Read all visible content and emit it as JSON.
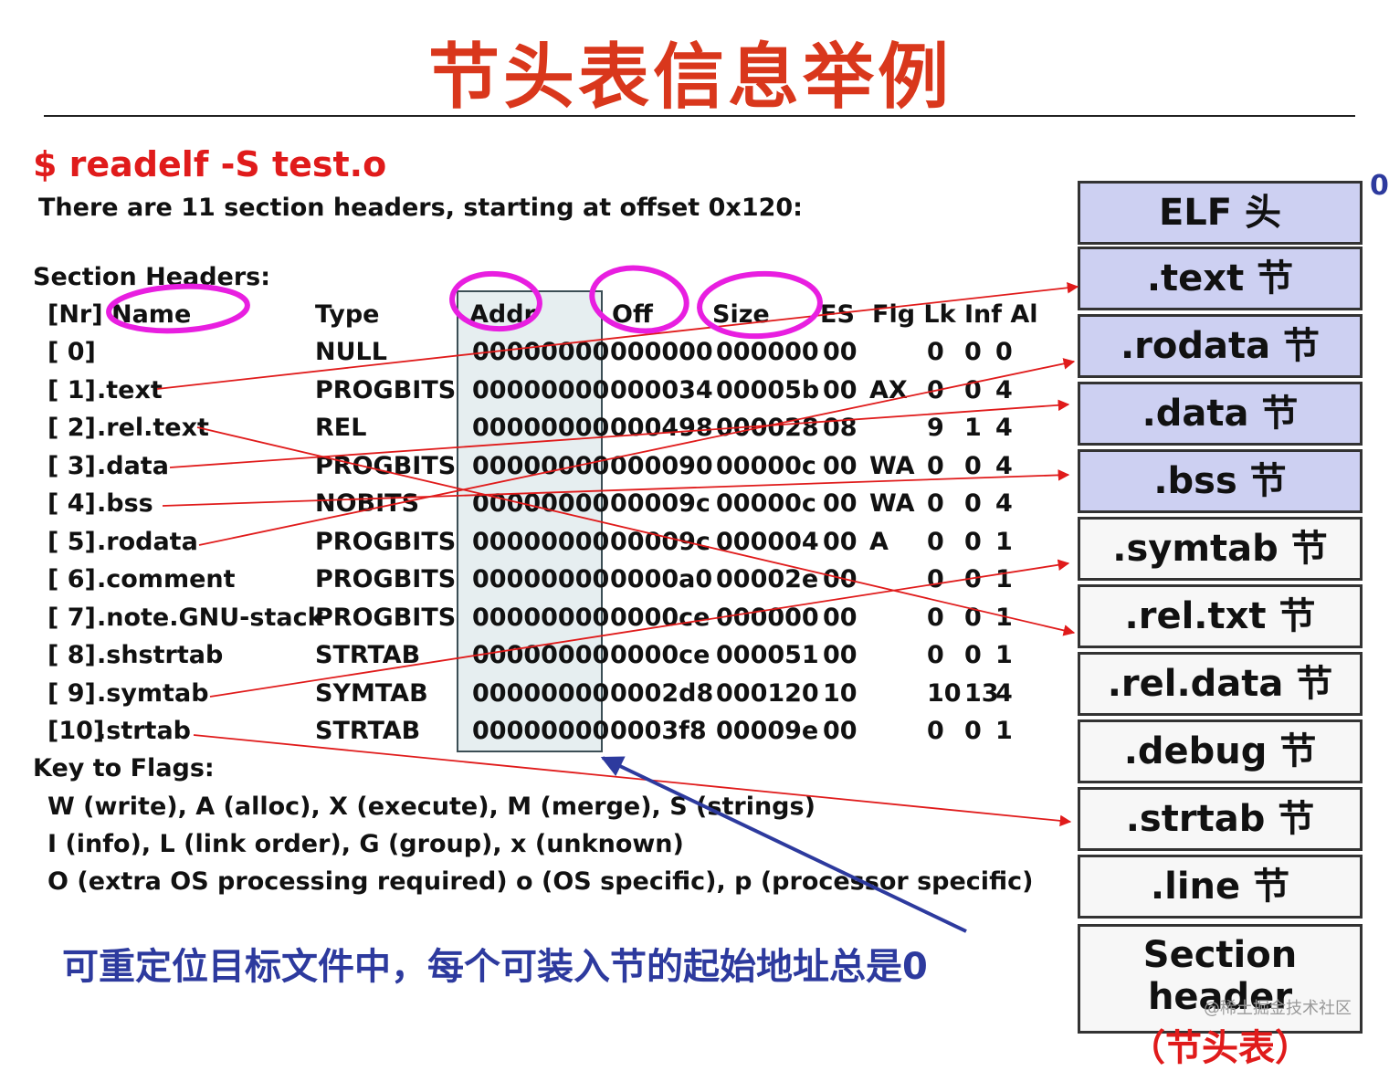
{
  "title": "节头表信息举例",
  "command": "$ readelf -S test.o",
  "summary": "There are 11 section headers, starting at offset 0x120:",
  "section_headers_label": "Section Headers:",
  "columns": {
    "nr_name": "[Nr] Name",
    "type": "Type",
    "addr": "Addr",
    "off": "Off",
    "size": "Size",
    "es": "ES",
    "flg_lk_inf_al": "Flg Lk Inf Al"
  },
  "rows": [
    {
      "nr": "[ 0]",
      "name": "",
      "type": "NULL",
      "addr": "00000000",
      "off": "000000",
      "size": "000000",
      "es": "00",
      "flg": "",
      "lk": "0",
      "inf": "0",
      "al": "0"
    },
    {
      "nr": "[ 1]",
      "name": ".text",
      "type": "PROGBITS",
      "addr": "00000000",
      "off": "000034",
      "size": "00005b",
      "es": "00",
      "flg": "AX",
      "lk": "0",
      "inf": "0",
      "al": "4"
    },
    {
      "nr": "[ 2]",
      "name": ".rel.text",
      "type": "REL",
      "addr": "00000000",
      "off": "000498",
      "size": "000028",
      "es": "08",
      "flg": "",
      "lk": "9",
      "inf": "1",
      "al": "4"
    },
    {
      "nr": "[ 3]",
      "name": ".data",
      "type": "PROGBITS",
      "addr": "00000000",
      "off": "000090",
      "size": "00000c",
      "es": "00",
      "flg": "WA",
      "lk": "0",
      "inf": "0",
      "al": "4"
    },
    {
      "nr": "[ 4]",
      "name": ".bss",
      "type": "NOBITS",
      "addr": "00000000",
      "off": "00009c",
      "size": "00000c",
      "es": "00",
      "flg": "WA",
      "lk": "0",
      "inf": "0",
      "al": "4"
    },
    {
      "nr": "[ 5]",
      "name": ".rodata",
      "type": "PROGBITS",
      "addr": "00000000",
      "off": "00009c",
      "size": "000004",
      "es": "00",
      "flg": "A",
      "lk": "0",
      "inf": "0",
      "al": "1"
    },
    {
      "nr": "[ 6]",
      "name": ".comment",
      "type": "PROGBITS",
      "addr": "00000000",
      "off": "0000a0",
      "size": "00002e",
      "es": "00",
      "flg": "",
      "lk": "0",
      "inf": "0",
      "al": "1"
    },
    {
      "nr": "[ 7]",
      "name": ".note.GNU-stack",
      "type": "PROGBITS",
      "addr": "00000000",
      "off": "0000ce",
      "size": "000000",
      "es": "00",
      "flg": "",
      "lk": "0",
      "inf": "0",
      "al": "1"
    },
    {
      "nr": "[ 8]",
      "name": ".shstrtab",
      "type": "STRTAB",
      "addr": "00000000",
      "off": "0000ce",
      "size": "000051",
      "es": "00",
      "flg": "",
      "lk": "0",
      "inf": "0",
      "al": "1"
    },
    {
      "nr": "[ 9]",
      "name": ".symtab",
      "type": "SYMTAB",
      "addr": "00000000",
      "off": "0002d8",
      "size": "000120",
      "es": "10",
      "flg": "",
      "lk": "10",
      "inf": "13",
      "al": "4"
    },
    {
      "nr": "[10]",
      "name": ".strtab",
      "type": "STRTAB",
      "addr": "00000000",
      "off": "0003f8",
      "size": "00009e",
      "es": "00",
      "flg": "",
      "lk": "0",
      "inf": "0",
      "al": "1"
    }
  ],
  "flags_label": "Key to Flags:",
  "flags_lines": [
    "W (write), A (alloc), X (execute), M (merge), S (strings)",
    "I (info), L (link order), G (group), x (unknown)",
    "O (extra OS processing required) o (OS specific), p (processor specific)"
  ],
  "bottom_note": "可重定位目标文件中，每个可装入节的起始地址总是0",
  "elf_blocks": [
    {
      "label": "ELF 头",
      "color": "purple"
    },
    {
      "label": ".text 节",
      "color": "purple"
    },
    {
      "label": ".rodata 节",
      "color": "purple"
    },
    {
      "label": ".data 节",
      "color": "purple"
    },
    {
      "label": ".bss 节",
      "color": "purple"
    },
    {
      "label": ".symtab 节",
      "color": "white"
    },
    {
      "label": ".rel.txt 节",
      "color": "white"
    },
    {
      "label": ".rel.data 节",
      "color": "white"
    },
    {
      "label": ".debug 节",
      "color": "white"
    },
    {
      "label": ".strtab 节",
      "color": "white"
    },
    {
      "label": ".line 节",
      "color": "white"
    }
  ],
  "section_header_block": {
    "line1": "Section header",
    "line2": "（节头表）"
  },
  "edge_fragment": "0",
  "watermark": "@稀土掘金技术社区",
  "colors": {
    "title": "#d9371c",
    "command": "#e01b1b",
    "note": "#2d3a9e",
    "arrow_red": "#e01b1b",
    "arrow_blue": "#2d3a9e",
    "circle_magenta": "#e81ee0",
    "purple_block": "#cdd0f2",
    "addr_box": "#e6eef0"
  }
}
